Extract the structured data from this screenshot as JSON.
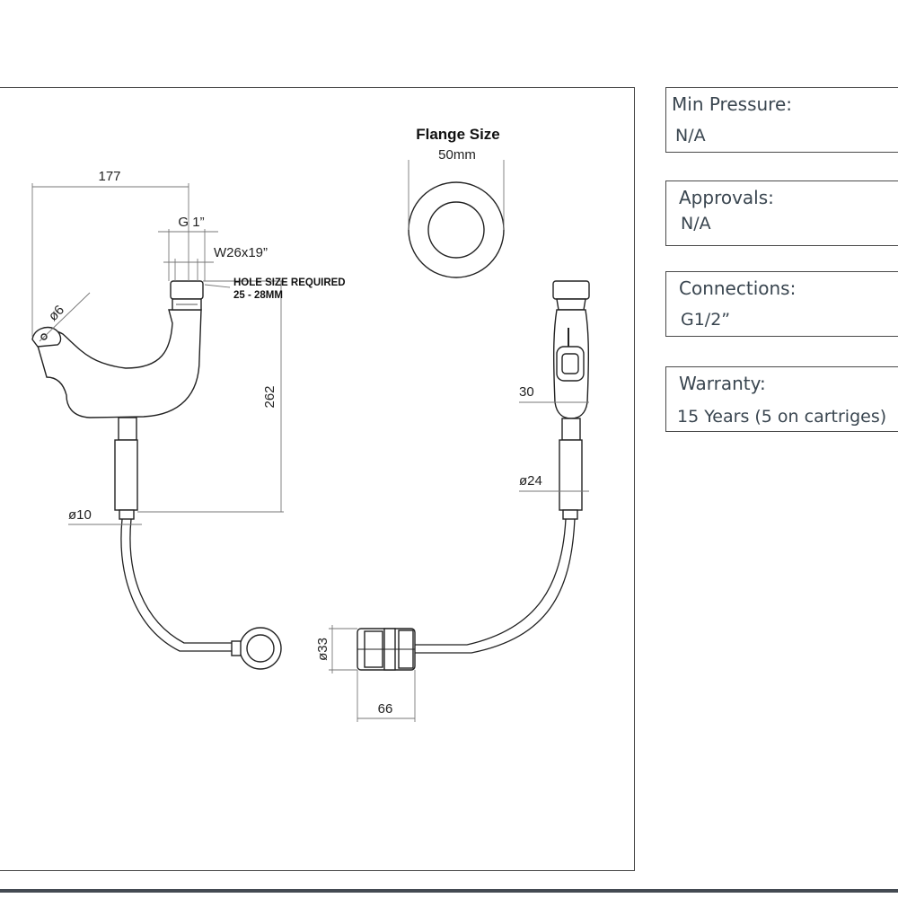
{
  "specs": [
    {
      "label": "Min Pressure:",
      "value": "N/A"
    },
    {
      "label": "Approvals:",
      "value": "N/A"
    },
    {
      "label": "Connections:",
      "value": "G1/2”"
    },
    {
      "label": "Warranty:",
      "value": "15 Years (5 on cartriges)"
    }
  ],
  "flange": {
    "title": "Flange Size",
    "size": "50mm"
  },
  "dimensions": {
    "overall_width": "177",
    "thread": "G 1”",
    "thread2": "W26x19”",
    "hole_note_1": "HOLE SIZE REQUIRED",
    "hole_note_2": "25 - 28MM",
    "height": "262",
    "jet_dia": "ø6",
    "hose_dia": "ø10",
    "body_width": "30",
    "body_dia": "ø24",
    "connector_dia": "ø33",
    "connector_len": "66"
  }
}
